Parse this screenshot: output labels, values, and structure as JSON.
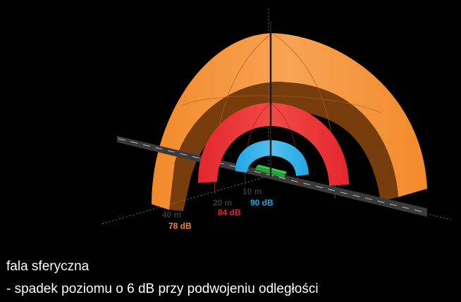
{
  "diagram": {
    "levels": [
      {
        "distance": "10 m",
        "level": "90 dB",
        "color": "#1ea7e6"
      },
      {
        "distance": "20 m",
        "level": "84 dB",
        "color": "#e4262d"
      },
      {
        "distance": "40 m",
        "level": "78 dB",
        "color": "#f28a2a"
      }
    ],
    "road_color": "#3a3a3a",
    "car_color": "#1fa538"
  },
  "caption": {
    "line1": "fala sferyczna",
    "line2": "- spadek poziomu o 6 dB przy podwojeniu odległości"
  }
}
